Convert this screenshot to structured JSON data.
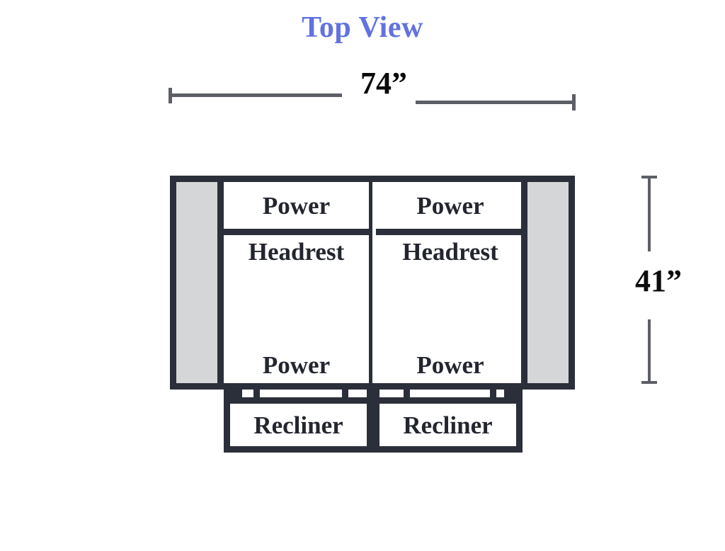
{
  "page": {
    "title": "Top View",
    "title_color": "#6272e0",
    "background": "#ffffff"
  },
  "dimensions": {
    "width": {
      "label": "74”",
      "orientation": "horizontal",
      "position": "top"
    },
    "height": {
      "label": "41”",
      "orientation": "vertical",
      "position": "right"
    }
  },
  "colors": {
    "outline": "#2b2f3a",
    "armrest_fill": "#d5d6d8",
    "seat_fill": "#ffffff",
    "dimension_line": "#5d5f66",
    "text": "#23262f"
  },
  "furniture": {
    "type": "dual-reclining-sofa",
    "armrests": [
      {
        "name": "left-armrest",
        "fill": "#d5d6d8"
      },
      {
        "name": "right-armrest",
        "fill": "#d5d6d8"
      }
    ],
    "seats": [
      {
        "name": "left-seat",
        "headrest_line1": "Power",
        "headrest_line2": "Headrest",
        "recline_label": "Power",
        "footrest_label": "Recliner"
      },
      {
        "name": "right-seat",
        "headrest_line1": "Power",
        "headrest_line2": "Headrest",
        "recline_label": "Power",
        "footrest_label": "Recliner"
      }
    ]
  }
}
